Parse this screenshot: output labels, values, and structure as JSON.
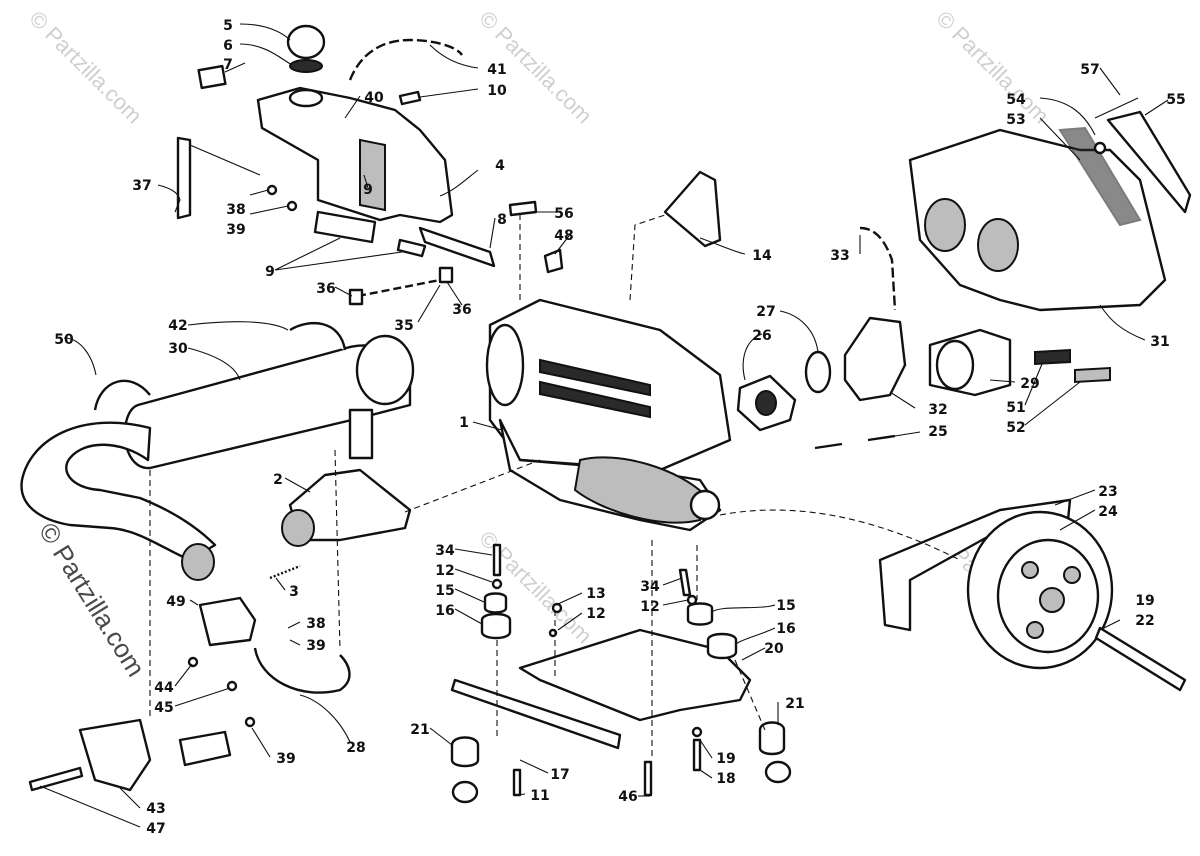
{
  "watermark": "© Partzilla.com",
  "side_watermark": "© Partzilla.com",
  "callouts": [
    "1",
    "2",
    "3",
    "4",
    "5",
    "6",
    "7",
    "8",
    "9",
    "10",
    "11",
    "12",
    "13",
    "14",
    "15",
    "16",
    "17",
    "18",
    "19",
    "20",
    "21",
    "22",
    "23",
    "24",
    "25",
    "26",
    "27",
    "28",
    "29",
    "30",
    "31",
    "32",
    "33",
    "34",
    "35",
    "36",
    "37",
    "38",
    "39",
    "40",
    "41",
    "42",
    "43",
    "44",
    "45",
    "46",
    "47",
    "48",
    "49",
    "50",
    "51",
    "52",
    "53",
    "54",
    "55",
    "56",
    "57"
  ],
  "labels": {
    "c5": "5",
    "c6": "6",
    "c7": "7",
    "c40": "40",
    "c41": "41",
    "c10": "10",
    "c4": "4",
    "c37": "37",
    "c38a": "38",
    "c39a": "39",
    "c9a": "9",
    "c9b": "9",
    "c8": "8",
    "c36a": "36",
    "c36b": "36",
    "c35": "35",
    "c56": "56",
    "c48": "48",
    "c14": "14",
    "c57": "57",
    "c54": "54",
    "c55": "55",
    "c53": "53",
    "c33": "33",
    "c27": "27",
    "c26": "26",
    "c31": "31",
    "c29": "29",
    "c51": "51",
    "c52": "52",
    "c32": "32",
    "c25": "25",
    "c42": "42",
    "c50": "50",
    "c30": "30",
    "c1": "1",
    "c2": "2",
    "c3": "3",
    "c23": "23",
    "c24": "24",
    "c34a": "34",
    "c12a": "12",
    "c15a": "15",
    "c16a": "16",
    "c13": "13",
    "c12b": "12",
    "c34b": "34",
    "c12c": "12",
    "c15b": "15",
    "c16b": "16",
    "c20": "20",
    "c19a": "19",
    "c22": "22",
    "c49": "49",
    "c38b": "38",
    "c39b": "39",
    "c44": "44",
    "c45": "45",
    "c28": "28",
    "c39c": "39",
    "c21a": "21",
    "c21b": "21",
    "c19b": "19",
    "c18": "18",
    "c17": "17",
    "c11": "11",
    "c46": "46",
    "c43": "43",
    "c47": "47"
  }
}
